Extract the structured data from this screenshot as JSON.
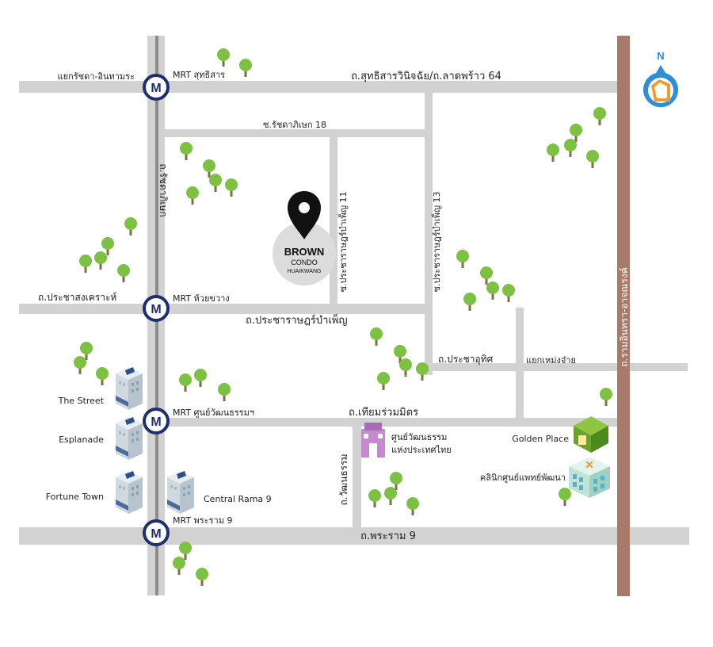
{
  "compass": {
    "label": "N"
  },
  "project": {
    "name": "BROWN",
    "line2": "CONDO",
    "line3": "HUAIKWANG"
  },
  "roads": {
    "sutthisan": "ถ.สุทธิสารวินิจฉัย/ถ.ลาดพร้าว 64",
    "ratchada": "ถ.รัชดาภิเษก",
    "ratchada18": "ซ.รัชดาภิเษก 18",
    "pracharat11": "ซ.ประชาราษฎร์บำเพ็ญ 11",
    "pracharat13": "ซ.ประชาราษฎร์บำเพ็ญ 13",
    "pracharatbamphen": "ถ.ประชาราษฎร์บำเพ็ญ",
    "prachasongkhro": "ถ.ประชาสงเคราะห์",
    "prachauthit": "ถ.ประชาอุทิศ",
    "thianruammit": "ถ.เทียมร่วมมิตร",
    "watthanatham": "ถ.วัฒนธรรม",
    "rama9": "ถ.พระราม 9",
    "ramintra": "ถ.รามอินทรา-อาจณรงค์"
  },
  "places": {
    "ratchada_intersection": "แยกรัชดา-อินทามระ",
    "mrt_sutthisan": "MRT สุทธิสาร",
    "mrt_huaikhwang": "MRT ห้วยขวาง",
    "mrt_culture": "MRT ศูนย์วัฒนธรรมฯ",
    "mrt_rama9": "MRT พระราม 9",
    "mrt_letter": "M",
    "the_street": "The Street",
    "esplanade": "Esplanade",
    "fortune_town": "Fortune Town",
    "central_rama9": "Central Rama 9",
    "cultural_center_1": "ศูนย์วัฒนธรรม",
    "cultural_center_2": "แห่งประเทศไทย",
    "golden_place": "Golden Place",
    "clinic": "คลินิกศูนย์แพทย์พัฒนา",
    "mengjai_intersection": "แยกเหม่งจ๋าย"
  },
  "colors": {
    "road": "#d2d2d2",
    "ramintra_road": "#a87a6a",
    "mrt_blue": "#1f2f6e",
    "tree_green": "#7cc142",
    "trunk": "#8a6a4a",
    "compass_blue": "#2d8fd5",
    "compass_orange": "#f39a2b"
  }
}
